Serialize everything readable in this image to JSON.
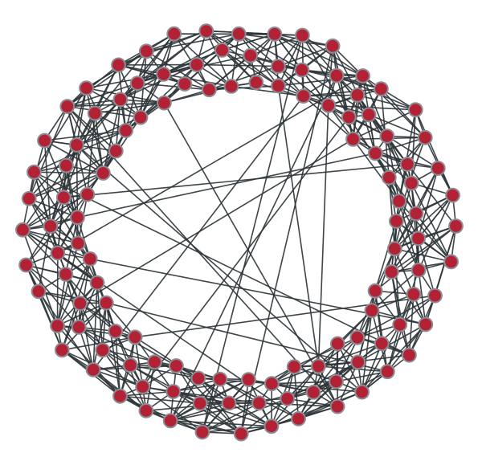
{
  "diagram": {
    "type": "network-graph",
    "layout": "ring",
    "colors": {
      "background": "#ffffff",
      "node_fill": "#b22234",
      "node_stroke": "#8c8c95",
      "edge": "#2e3538"
    },
    "nodes": [
      {
        "id": "n1"
      },
      {
        "id": "n2"
      },
      {
        "id": "n3"
      },
      {
        "id": "n4"
      },
      {
        "id": "n5"
      },
      {
        "id": "n6"
      },
      {
        "id": "n7"
      },
      {
        "id": "n8"
      },
      {
        "id": "n9"
      },
      {
        "id": "n10"
      },
      {
        "id": "n11"
      },
      {
        "id": "n12"
      },
      {
        "id": "n13"
      },
      {
        "id": "n14"
      },
      {
        "id": "n15"
      },
      {
        "id": "n16"
      },
      {
        "id": "n17"
      },
      {
        "id": "n18"
      },
      {
        "id": "n19"
      },
      {
        "id": "n20"
      },
      {
        "id": "n21"
      },
      {
        "id": "n22"
      },
      {
        "id": "n23"
      },
      {
        "id": "n24"
      },
      {
        "id": "n25"
      },
      {
        "id": "n26"
      },
      {
        "id": "n27"
      },
      {
        "id": "n28"
      },
      {
        "id": "n29"
      },
      {
        "id": "n30"
      },
      {
        "id": "n31"
      },
      {
        "id": "n32"
      },
      {
        "id": "n33"
      },
      {
        "id": "n34"
      },
      {
        "id": "n35"
      },
      {
        "id": "n36"
      },
      {
        "id": "n37"
      },
      {
        "id": "n38"
      },
      {
        "id": "n39"
      },
      {
        "id": "n40"
      },
      {
        "id": "n41"
      },
      {
        "id": "n42"
      },
      {
        "id": "n43"
      },
      {
        "id": "n44"
      },
      {
        "id": "n45"
      },
      {
        "id": "n46"
      },
      {
        "id": "n47"
      },
      {
        "id": "n48"
      },
      {
        "id": "n49"
      },
      {
        "id": "n50"
      },
      {
        "id": "n51"
      },
      {
        "id": "n52"
      },
      {
        "id": "n53"
      },
      {
        "id": "n54"
      },
      {
        "id": "n55"
      },
      {
        "id": "n56"
      },
      {
        "id": "n57"
      },
      {
        "id": "n58"
      },
      {
        "id": "n59"
      },
      {
        "id": "n60"
      },
      {
        "id": "n61"
      },
      {
        "id": "n62"
      },
      {
        "id": "n63"
      },
      {
        "id": "n64"
      },
      {
        "id": "n65"
      },
      {
        "id": "n66"
      },
      {
        "id": "n67"
      },
      {
        "id": "n68"
      },
      {
        "id": "n69"
      },
      {
        "id": "n70"
      },
      {
        "id": "n71"
      },
      {
        "id": "n72"
      },
      {
        "id": "n73"
      },
      {
        "id": "n74"
      },
      {
        "id": "n75"
      },
      {
        "id": "n76"
      },
      {
        "id": "n77"
      },
      {
        "id": "n78"
      },
      {
        "id": "n79"
      },
      {
        "id": "n80"
      },
      {
        "id": "n81"
      },
      {
        "id": "n82"
      },
      {
        "id": "n83"
      },
      {
        "id": "n84"
      },
      {
        "id": "n85"
      },
      {
        "id": "n86"
      },
      {
        "id": "n87"
      },
      {
        "id": "n88"
      },
      {
        "id": "n89"
      },
      {
        "id": "n90"
      },
      {
        "id": "n91"
      },
      {
        "id": "n92"
      },
      {
        "id": "n93"
      },
      {
        "id": "n94"
      },
      {
        "id": "n95"
      },
      {
        "id": "n96"
      },
      {
        "id": "n97"
      },
      {
        "id": "n98"
      },
      {
        "id": "n99"
      },
      {
        "id": "n100"
      },
      {
        "id": "n101"
      },
      {
        "id": "n102"
      },
      {
        "id": "n103"
      },
      {
        "id": "n104"
      },
      {
        "id": "n105"
      },
      {
        "id": "n106"
      },
      {
        "id": "n107"
      },
      {
        "id": "n108"
      },
      {
        "id": "n109"
      },
      {
        "id": "n110"
      },
      {
        "id": "n111"
      },
      {
        "id": "n112"
      },
      {
        "id": "n113"
      },
      {
        "id": "n114"
      },
      {
        "id": "n115"
      },
      {
        "id": "n116"
      },
      {
        "id": "n117"
      },
      {
        "id": "n118"
      },
      {
        "id": "n119"
      },
      {
        "id": "n120"
      }
    ]
  }
}
